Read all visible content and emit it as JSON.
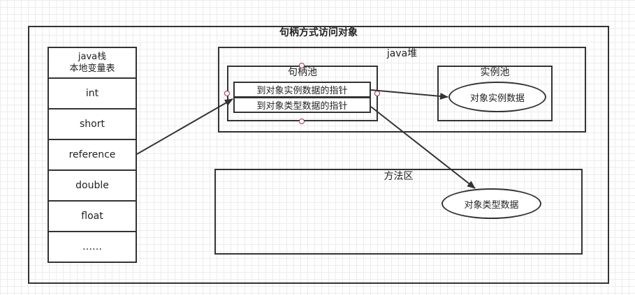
{
  "diagram": {
    "title": "句柄方式访问对象",
    "stack": {
      "header_line1": "java栈",
      "header_line2": "本地变量表",
      "cells": [
        "int",
        "short",
        "reference",
        "double",
        "float",
        "……"
      ]
    },
    "heap": {
      "label": "java堆",
      "handle_pool": {
        "label": "句柄池",
        "pointer_to_instance": "到对象实例数据的指针",
        "pointer_to_type": "到对象类型数据的指针"
      },
      "instance_pool": {
        "label": "实例池",
        "instance_data": "对象实例数据"
      }
    },
    "method_area": {
      "label": "方法区",
      "type_data": "对象类型数据"
    }
  }
}
